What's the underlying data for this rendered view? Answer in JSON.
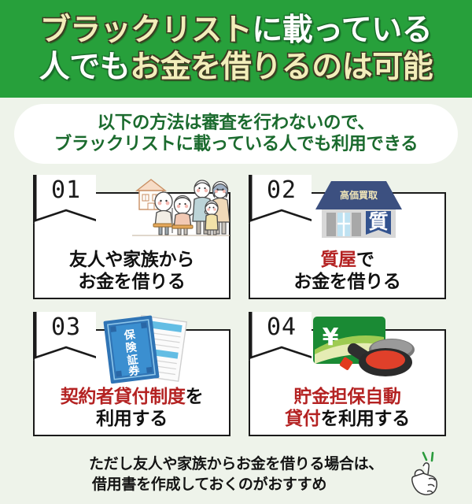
{
  "theme": {
    "header_green": "#27a03b",
    "page_bg": "#eef3ea",
    "cream": "#f2eeba",
    "accent_red": "#b42222",
    "subtitle_green": "#1b6b2e",
    "ink_black": "#111111"
  },
  "header": {
    "line1": [
      {
        "text": "ブラックリスト",
        "style": "cream"
      },
      {
        "text": "に載っている",
        "style": "white"
      }
    ],
    "line2": [
      {
        "text": "人でも",
        "style": "white"
      },
      {
        "text": "お金を借りるのは可能",
        "style": "cream"
      }
    ]
  },
  "subtitle": {
    "line1": "以下の方法は審査を行わないので、",
    "line2": "ブラックリストに載っている人でも利用できる"
  },
  "cards": [
    {
      "number": "01",
      "illustration": "family-and-house-illustration",
      "label_lines": [
        [
          {
            "text": "友人や家族から",
            "color": "black"
          }
        ],
        [
          {
            "text": "お金を借りる",
            "color": "black"
          }
        ]
      ]
    },
    {
      "number": "02",
      "illustration": "pawnshop-illustration",
      "art_text": {
        "roof_sign": "高価買取",
        "banner": "質"
      },
      "label_lines": [
        [
          {
            "text": "質屋",
            "color": "red"
          },
          {
            "text": "で",
            "color": "black"
          }
        ],
        [
          {
            "text": "お金を借りる",
            "color": "black"
          }
        ]
      ]
    },
    {
      "number": "03",
      "illustration": "insurance-policy-illustration",
      "art_text": {
        "booklet": "保険証券"
      },
      "label_lines": [
        [
          {
            "text": "契約者貸付制度",
            "color": "red"
          },
          {
            "text": "を",
            "color": "black"
          }
        ],
        [
          {
            "text": "利用する",
            "color": "black"
          }
        ]
      ]
    },
    {
      "number": "04",
      "illustration": "bankbook-and-hanko-illustration",
      "art_text": {
        "bankbook_symbol": "¥"
      },
      "label_lines": [
        [
          {
            "text": "貯金担保自動",
            "color": "red"
          }
        ],
        [
          {
            "text": "貸付",
            "color": "red"
          },
          {
            "text": "を利用する",
            "color": "black"
          }
        ]
      ]
    }
  ],
  "footer": {
    "line1": "ただし友人や家族からお金を借りる場合は、",
    "line2": "借用書を作成しておくのがおすすめ",
    "icon": "pointing-hand-icon"
  }
}
